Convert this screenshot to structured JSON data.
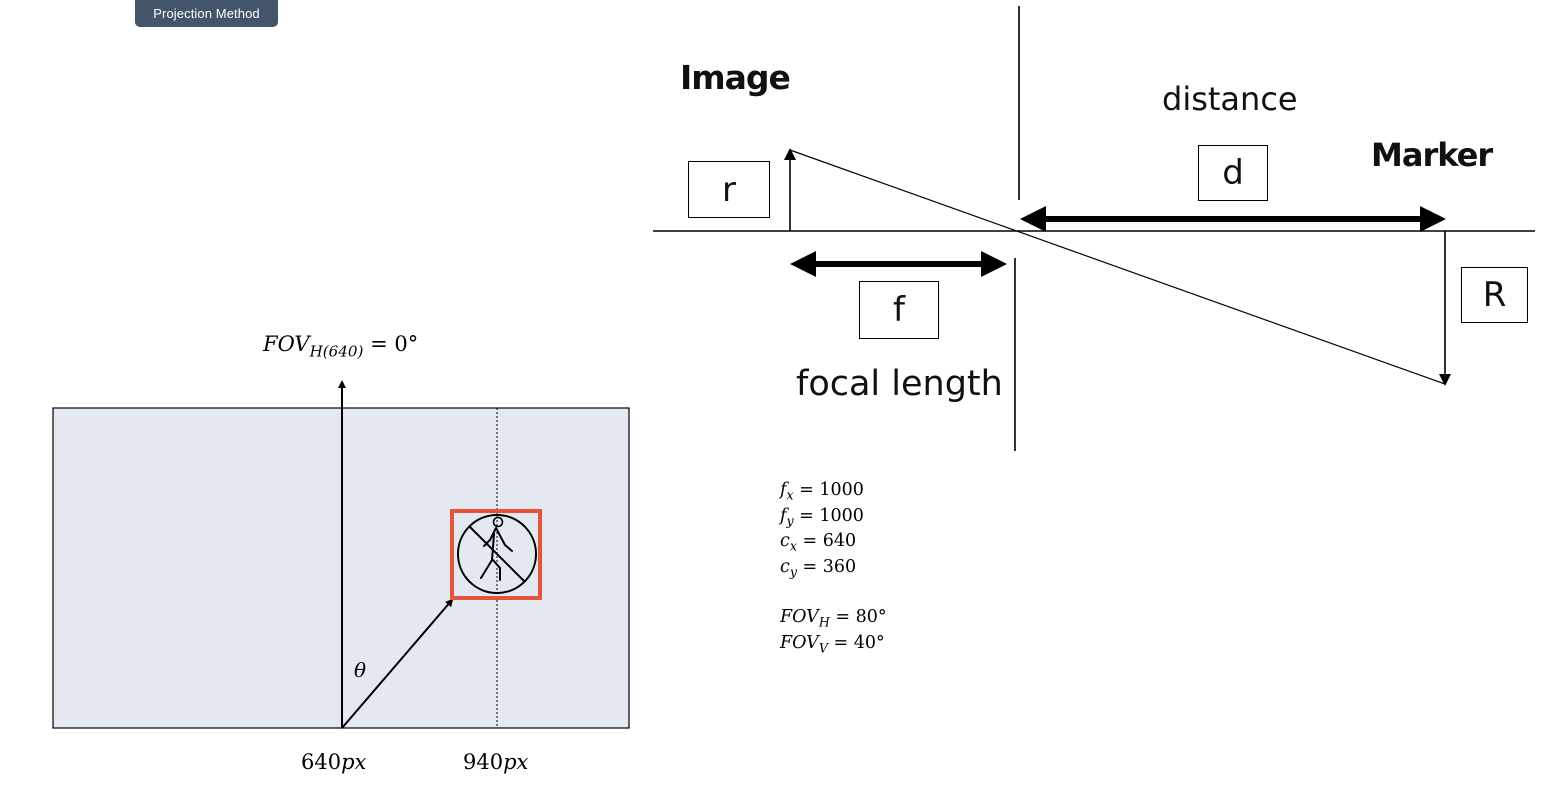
{
  "header": {
    "tag_label": "Projection Method"
  },
  "camera_frame": {
    "fov_label": {
      "prefix": "FOV",
      "subscript": "H(640)",
      "suffix": " = 0°"
    },
    "theta_label": "θ",
    "x_labels": {
      "center": {
        "value": "640",
        "unit": "px"
      },
      "object": {
        "value": "940",
        "unit": "px"
      }
    },
    "icon": "no-pedestrian-icon",
    "colors": {
      "frame_fill": "#e3e8f1",
      "bbox": "#e8543a"
    }
  },
  "parameters": [
    {
      "sym": "f",
      "sub": "x",
      "value": " = 1000"
    },
    {
      "sym": "f",
      "sub": "y",
      "value": " = 1000"
    },
    {
      "sym": "c",
      "sub": "x",
      "value": " = 640"
    },
    {
      "sym": "c",
      "sub": "y",
      "value": " = 360"
    },
    {
      "sym": "FOV",
      "sub": "H",
      "value": " = 80°"
    },
    {
      "sym": "FOV",
      "sub": "V",
      "value": " = 40°"
    }
  ],
  "pinhole_diagram": {
    "image_label": "Image",
    "distance_label": "distance",
    "marker_label": "Marker",
    "focal_length_label": "focal length",
    "box_r": "r",
    "box_d": "d",
    "box_f": "f",
    "box_R": "R"
  }
}
